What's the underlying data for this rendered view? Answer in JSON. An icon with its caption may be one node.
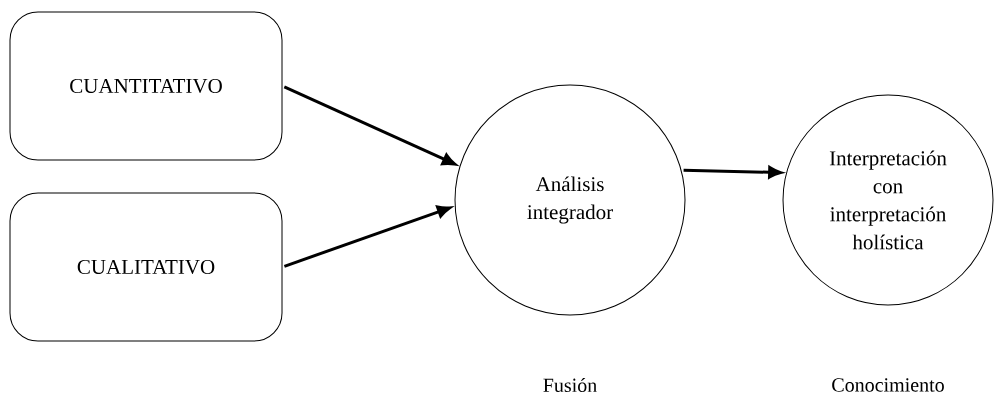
{
  "diagram": {
    "nodes": [
      {
        "text": [
          "CUANTITATIVO"
        ]
      },
      {
        "text": [
          "CUALITATIVO"
        ]
      },
      {
        "text": [
          "Análisis integrador"
        ],
        "beside": [
          "Fusión"
        ]
      },
      {
        "text": [
          "Interpretación con interpretación holística"
        ],
        "beside": [
          "Conocimiento"
        ]
      }
    ],
    "edges": [
      {
        "from": 0,
        "to": 2,
        "arrow": "to"
      },
      {
        "from": 1,
        "to": 2,
        "arrow": "to"
      },
      {
        "from": 2,
        "to": 3,
        "arrow": "to"
      }
    ]
  }
}
